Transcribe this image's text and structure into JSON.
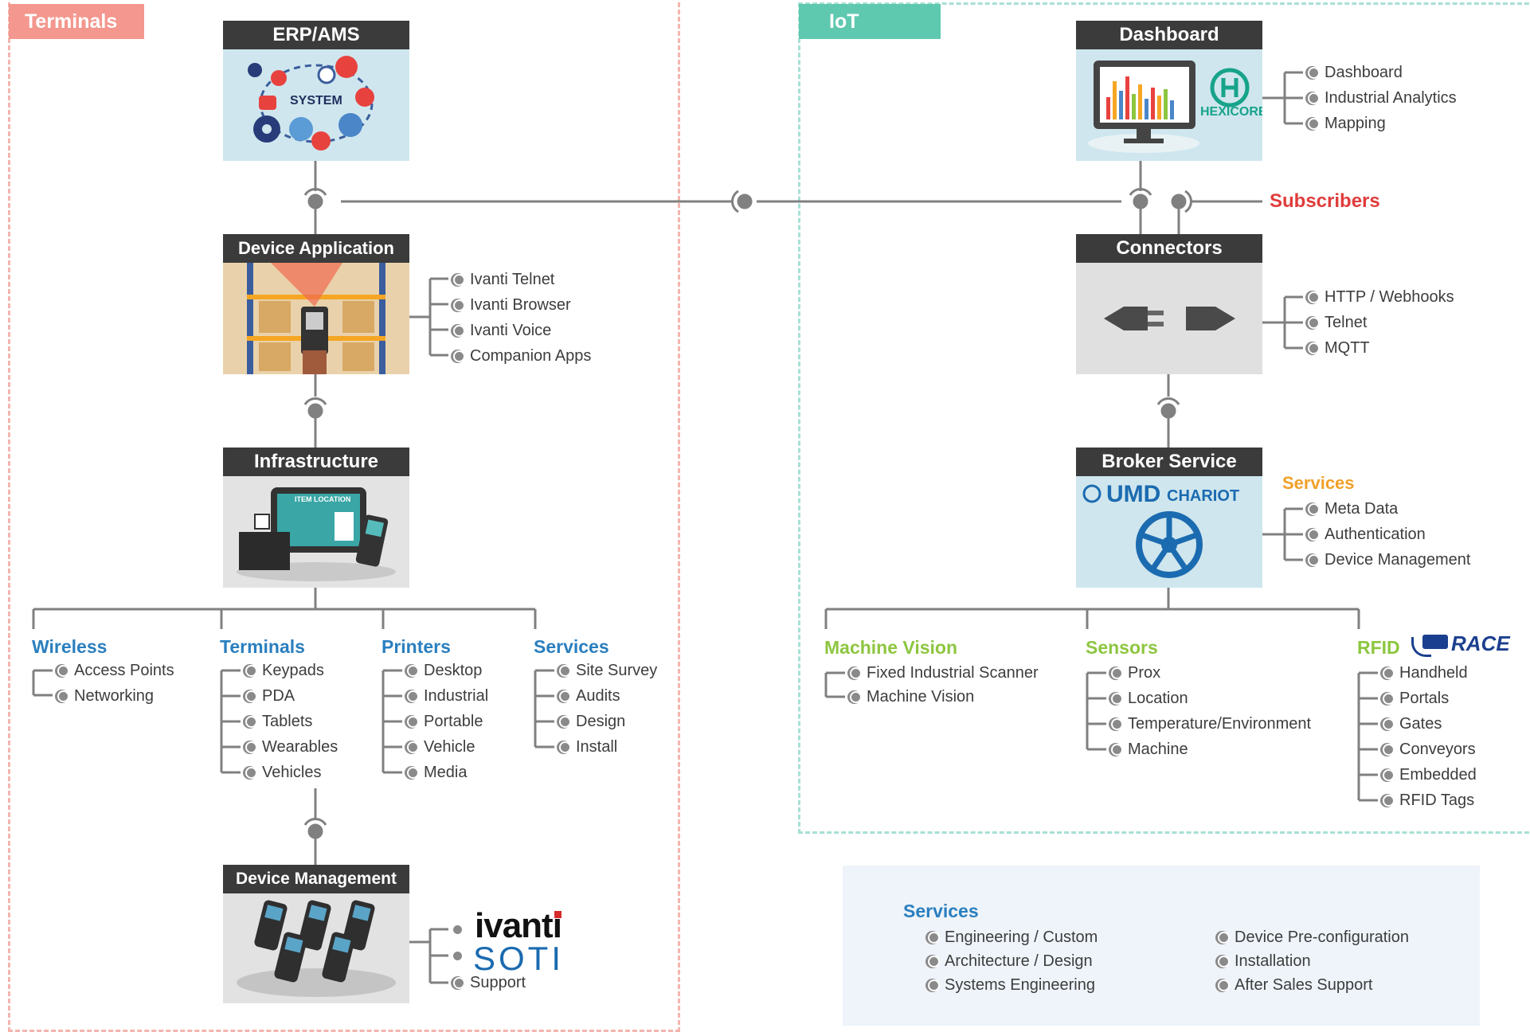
{
  "regions": {
    "terminals_label": "Terminals",
    "iot_label": "IoT"
  },
  "boxes": {
    "erp": {
      "title": "ERP/AMS",
      "img_text": "SYSTEM"
    },
    "device_app": {
      "title": "Device Application"
    },
    "infrastructure": {
      "title": "Infrastructure",
      "img_text": "ITEM LOCATION"
    },
    "device_mgmt": {
      "title": "Device Management"
    },
    "dashboard": {
      "title": "Dashboard",
      "brand": "HEXICORE"
    },
    "connectors": {
      "title": "Connectors"
    },
    "broker": {
      "title": "Broker Service",
      "brand_umd": "UMD",
      "brand_chariot": "CHARIOT"
    }
  },
  "device_app_items": [
    "Ivanti Telnet",
    "Ivanti Browser",
    "Ivanti Voice",
    "Companion Apps"
  ],
  "dashboard_items": [
    "Dashboard",
    "Industrial Analytics",
    "Mapping"
  ],
  "subscribers_label": "Subscribers",
  "connector_items": [
    "HTTP / Webhooks",
    "Telnet",
    "MQTT"
  ],
  "broker_services": {
    "title": "Services",
    "items": [
      "Meta Data",
      "Authentication",
      "Device Management"
    ]
  },
  "infra_categories": [
    {
      "title": "Wireless",
      "items": [
        "Access Points",
        "Networking"
      ]
    },
    {
      "title": "Terminals",
      "items": [
        "Keypads",
        "PDA",
        "Tablets",
        "Wearables",
        "Vehicles"
      ]
    },
    {
      "title": "Printers",
      "items": [
        "Desktop",
        "Industrial",
        "Portable",
        "Vehicle",
        "Media"
      ]
    },
    {
      "title": "Services",
      "items": [
        "Site Survey",
        "Audits",
        "Design",
        "Install"
      ]
    }
  ],
  "iot_categories": [
    {
      "title": "Machine Vision",
      "items": [
        "Fixed Industrial Scanner",
        "Machine Vision"
      ]
    },
    {
      "title": "Sensors",
      "items": [
        "Prox",
        "Location",
        "Temperature/Environment",
        "Machine"
      ]
    },
    {
      "title": "RFID",
      "brand": "RACE",
      "items": [
        "Handheld",
        "Portals",
        "Gates",
        "Conveyors",
        "Embedded",
        "RFID Tags"
      ]
    }
  ],
  "device_mgmt_logos": {
    "ivanti": "ivanti",
    "soti": "SOTI",
    "support": "Support"
  },
  "services_panel": {
    "title": "Services",
    "left": [
      "Engineering / Custom",
      "Architecture / Design",
      "Systems Engineering"
    ],
    "right": [
      "Device Pre-configuration",
      "Installation",
      "After Sales Support"
    ]
  },
  "colors": {
    "terminals": "#f4978e",
    "iot": "#5fc9b0",
    "header": "#3b3b3b",
    "blue": "#2a7fbf",
    "green": "#8dc63f",
    "orange": "#f0a028",
    "subscribers": "#e03c3c"
  }
}
